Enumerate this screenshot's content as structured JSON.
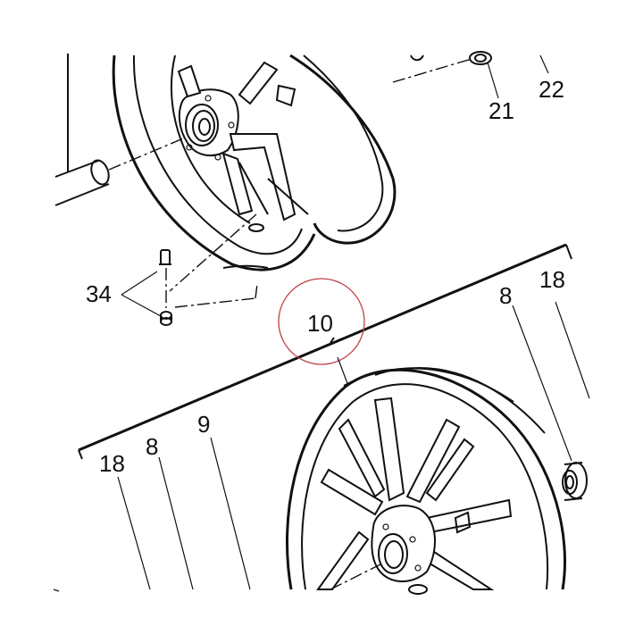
{
  "callouts": {
    "c34": "34",
    "c21": "21",
    "c22": "22",
    "c10": "10",
    "c8_right": "8",
    "c18_right": "18",
    "c18_left": "18",
    "c8_left": "8",
    "c9": "9"
  },
  "colors": {
    "line": "#111111",
    "highlight_circle": "#c0404a",
    "background": "#ffffff"
  }
}
